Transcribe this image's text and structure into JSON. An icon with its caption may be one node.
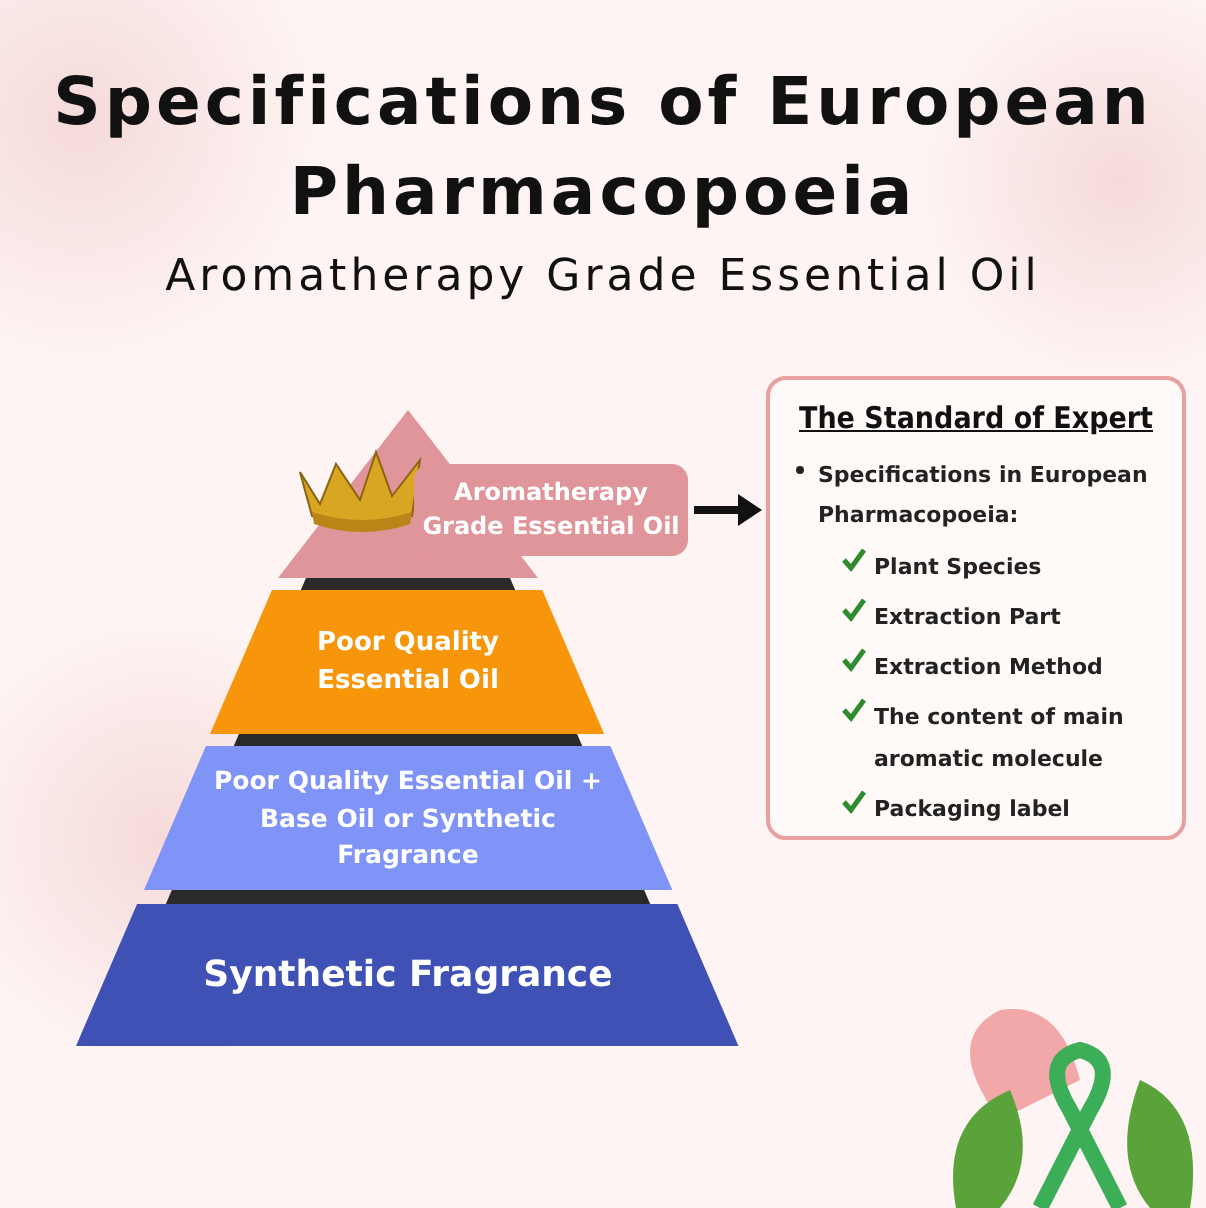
{
  "diagram": {
    "title": "Specifications of European Pharmacopoeia",
    "nodes": [
      {
        "text": [
          "Aromatherapy Grade Essential Oil"
        ]
      },
      {
        "text": [
          "Poor Quality Essential Oil"
        ]
      },
      {
        "text": [
          "Poor Quality Essential Oil + Base Oil or Synthetic Fragrance"
        ]
      },
      {
        "text": [
          "Synthetic Fragrance"
        ]
      },
      {
        "text": [
          "The Standard of Expert",
          "Specifications in European Pharmacopoeia:",
          "Plant Species",
          "Extraction Part",
          "Extraction Method",
          "The content of main aromatic molecule",
          "Packaging label"
        ]
      }
    ],
    "edges": [
      {
        "from": 0,
        "to": 4,
        "arrow": "to"
      }
    ],
    "labels": [
      "Aromatherapy Grade Essential Oil"
    ]
  }
}
